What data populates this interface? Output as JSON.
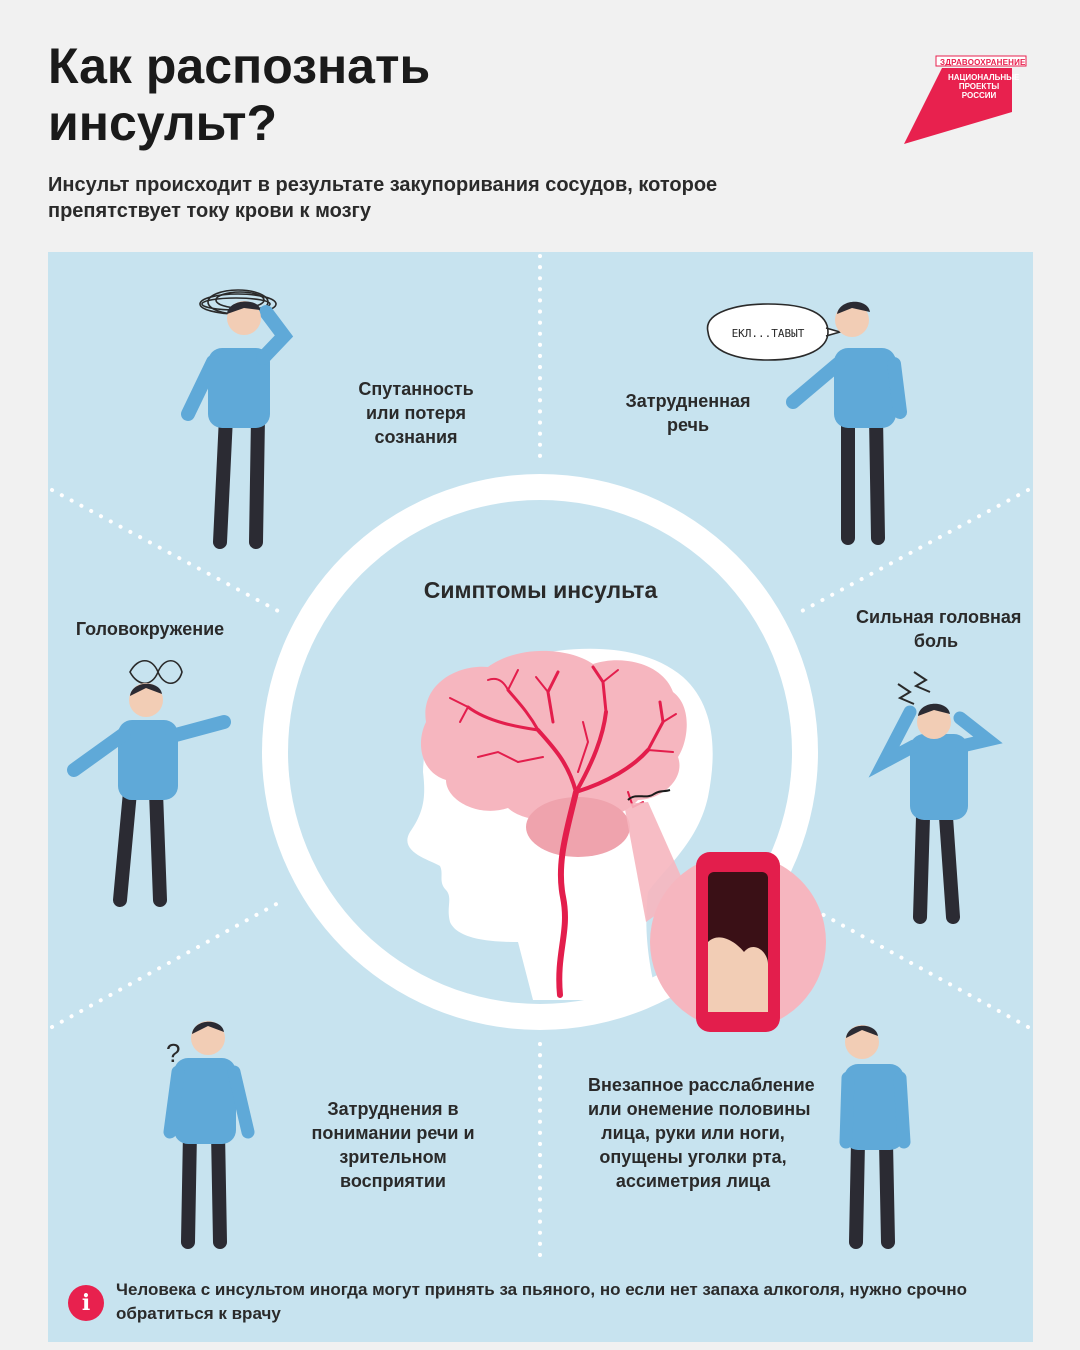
{
  "header": {
    "title": "Как распознать инсульт?",
    "subtitle": "Инсульт происходит в результате закупоривания сосудов, которое препятствует току крови к мозгу"
  },
  "logo": {
    "tag": "ЗДРАВООХРАНЕНИЕ",
    "name": "НАЦИОНАЛЬНЫЕ ПРОЕКТЫ РОССИИ",
    "color": "#e8214e"
  },
  "center": {
    "title": "Симптомы инсульта"
  },
  "symptoms": [
    {
      "label": "Спутанность или потеря сознания",
      "icon": "dizzy-scribble-icon"
    },
    {
      "label": "Затрудненная речь",
      "icon": "speech-bubble-icon",
      "speech": "ЕКЛ...ТАВЫТ"
    },
    {
      "label": "Головокружение",
      "icon": "infinity-icon"
    },
    {
      "label": "Сильная головная боль",
      "icon": "lightning-icon"
    },
    {
      "label": "Затруднения в понимании речи и зрительном восприятии",
      "icon": "question-mark-icon"
    },
    {
      "label": "Внезапное расслабление или онемение половины лица, руки или ноги, опущены уголки рта, ассиметрия лица",
      "icon": "drooping-face-icon"
    }
  ],
  "note": {
    "icon": "i",
    "text": "Человека с инсультом иногда могут принять за пьяного, но если нет запаха алкоголя, нужно срочно обратиться к врачу"
  },
  "colors": {
    "background": "#f1f1f1",
    "panel": "#c7e3ef",
    "accent": "#e8214e",
    "shirt": "#5fa9d8",
    "trousers": "#2b2b33",
    "brain": "#f6b6bf",
    "vessel": "#e31e4c"
  }
}
